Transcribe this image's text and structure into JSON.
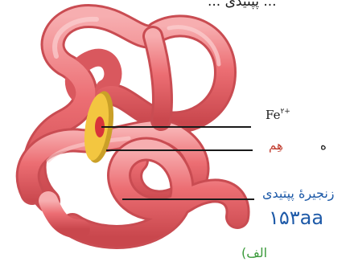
{
  "labels": {
    "top_partial": "... پپتیدی ...",
    "fe_base": "Fe",
    "fe_charge": "۲+",
    "heme": "هِم",
    "heme_trailing": "ه",
    "chain": "زنجیرهٔ پپتیدی",
    "aa_count": "۱۵۳aa",
    "panel": "الف)"
  },
  "colors": {
    "tube_fill": "#ec6e73",
    "tube_light": "#f5a2a4",
    "tube_dark": "#c94c52",
    "heme_disk": "#f3c640",
    "heme_center": "#d8343a",
    "leader_line": "#1a1a1a",
    "chain_text": "#1e5aa8",
    "panel_text": "#3a9a3a"
  },
  "icons": [
    "myoglobin-tube-illustration",
    "heme-disk-icon"
  ]
}
